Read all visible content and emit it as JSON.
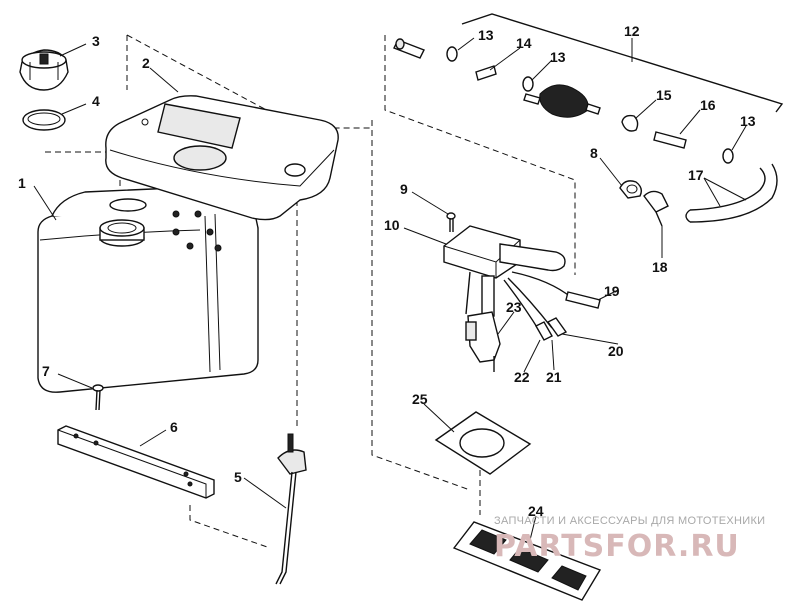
{
  "diagram": {
    "callouts": [
      "1",
      "2",
      "3",
      "4",
      "5",
      "6",
      "7",
      "8",
      "9",
      "10",
      "12",
      "13",
      "13",
      "13",
      "13",
      "14",
      "15",
      "16",
      "17",
      "17",
      "18",
      "19",
      "20",
      "21",
      "22",
      "23",
      "24",
      "25"
    ]
  },
  "watermark": {
    "caption": "ЗАПЧАСТИ И АКСЕССУАРЫ ДЛЯ МОТОТЕХНИКИ",
    "logo": "PARTSFOR.RU"
  }
}
